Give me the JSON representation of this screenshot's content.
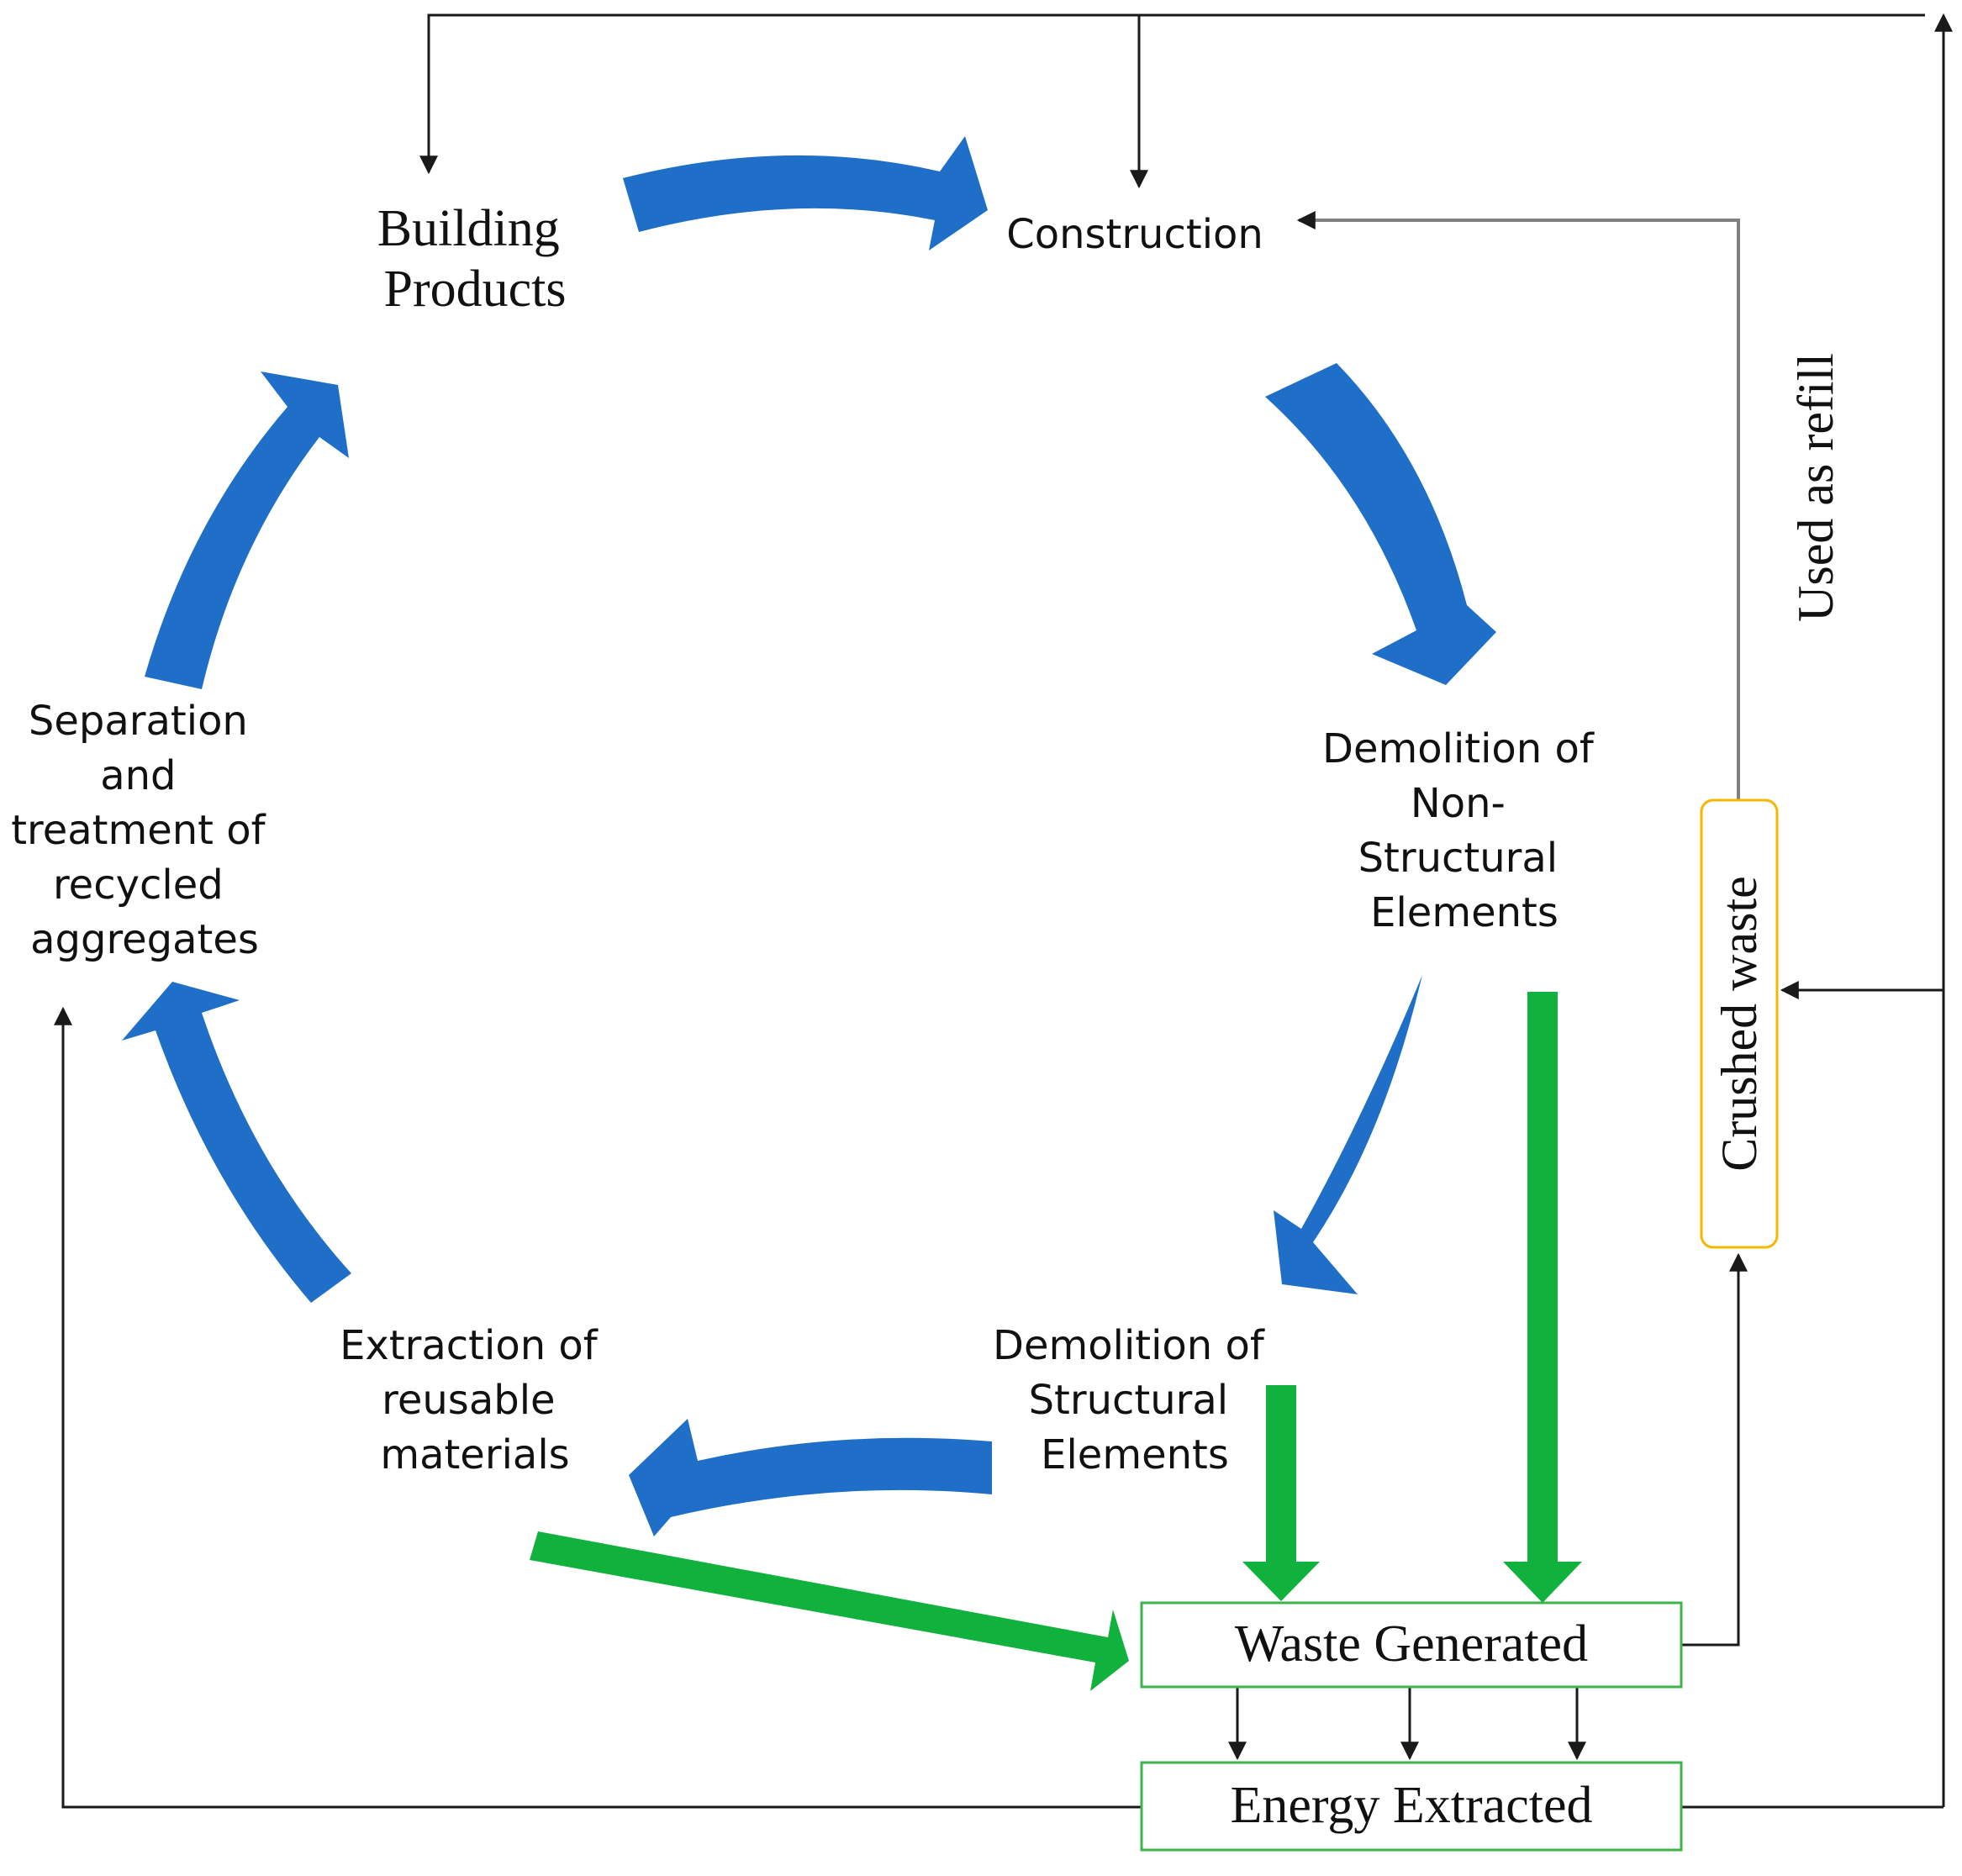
{
  "nodes": {
    "building_products": [
      "Building",
      "Products"
    ],
    "construction": [
      "Construction"
    ],
    "demolition_non_structural": [
      "Demolition of",
      "Non-",
      "Structural",
      "Elements"
    ],
    "demolition_structural": [
      "Demolition of",
      "Structural",
      "Elements"
    ],
    "extraction": [
      "Extraction of",
      "reusable",
      "materials"
    ],
    "separation": [
      "Separation",
      "and",
      "treatment of",
      "recycled",
      "aggregates"
    ],
    "waste_generated": "Waste Generated",
    "energy_extracted": "Energy Extracted",
    "crushed_waste": "Crushed waste"
  },
  "edge_labels": {
    "used_as_refill": "Used as refill"
  },
  "colors": {
    "cycle_arrow": "#1f6fc8",
    "waste_arrow": "#10b13c",
    "waste_box_border": "#3cb44a",
    "crushed_box_border": "#f5b800",
    "connector_line": "#1a1a1a",
    "refill_line": "#808080"
  }
}
